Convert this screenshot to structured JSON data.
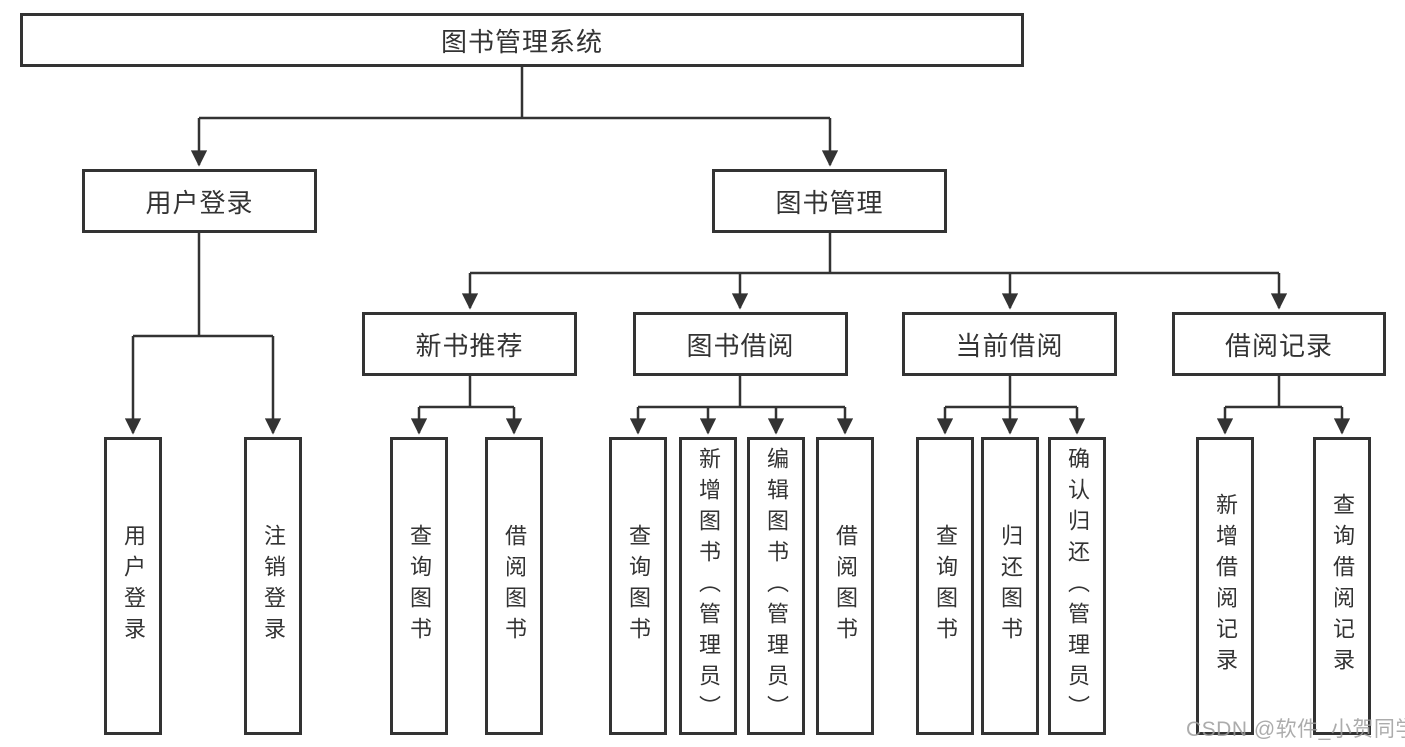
{
  "diagram": {
    "root": {
      "label": "图书管理系统",
      "children": [
        {
          "label": "用户登录",
          "children": [
            {
              "label": "用户登录"
            },
            {
              "label": "注销登录"
            }
          ]
        },
        {
          "label": "图书管理",
          "children": [
            {
              "label": "新书推荐",
              "children": [
                {
                  "label": "查询图书"
                },
                {
                  "label": "借阅图书"
                }
              ]
            },
            {
              "label": "图书借阅",
              "children": [
                {
                  "label": "查询图书"
                },
                {
                  "label": "新增图书（管理员）"
                },
                {
                  "label": "编辑图书（管理员）"
                },
                {
                  "label": "借阅图书"
                }
              ]
            },
            {
              "label": "当前借阅",
              "children": [
                {
                  "label": "查询图书"
                },
                {
                  "label": "归还图书"
                },
                {
                  "label": "确认归还（管理员）"
                }
              ]
            },
            {
              "label": "借阅记录",
              "children": [
                {
                  "label": "新增借阅记录"
                },
                {
                  "label": "查询借阅记录"
                }
              ]
            }
          ]
        }
      ]
    }
  },
  "watermark": {
    "text": "CSDN @软件_小贺同学"
  },
  "colors": {
    "line": "#333333",
    "box_border": "#333333",
    "text": "#333333",
    "watermark": "#9e9e9e",
    "background": "#ffffff"
  }
}
